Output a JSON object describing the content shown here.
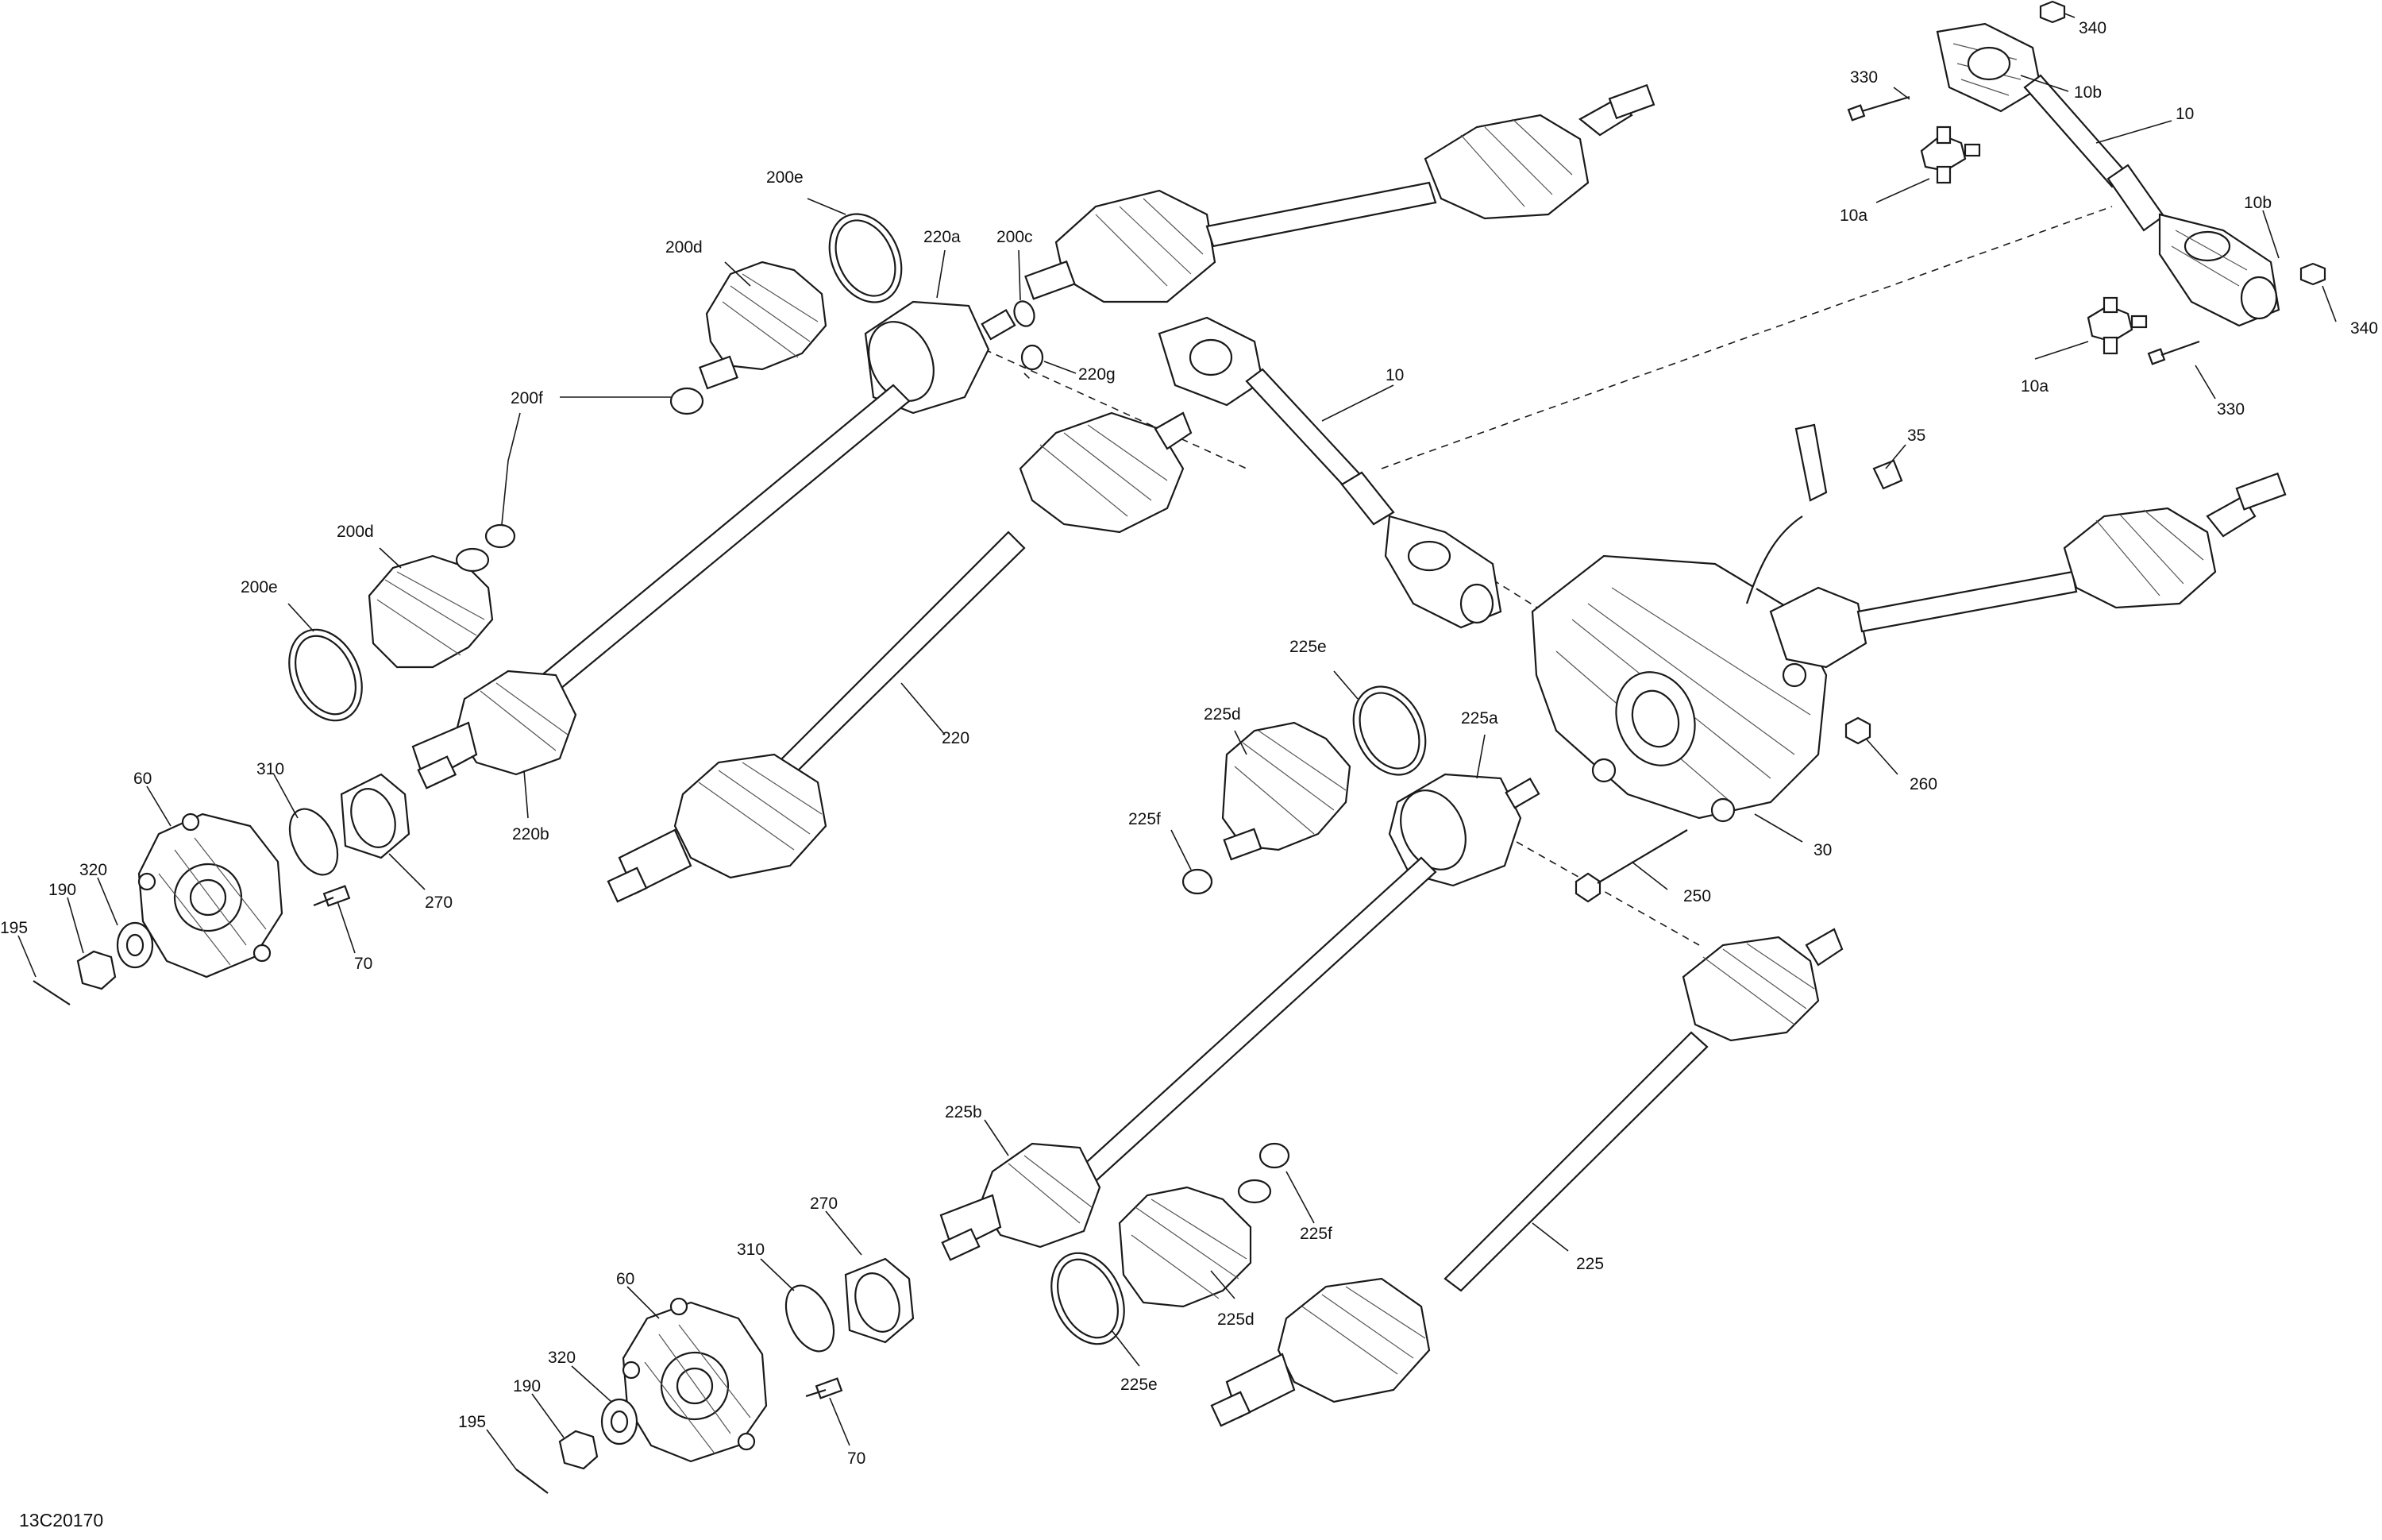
{
  "document_id": "13C20170",
  "callouts": {
    "c_340_top": "340",
    "c_330_top": "330",
    "c_10b_top": "10b",
    "c_10_right": "10",
    "c_10a_top": "10a",
    "c_10b_right": "10b",
    "c_340_right": "340",
    "c_10a_right": "10a",
    "c_330_right": "330",
    "c_200e_top": "200e",
    "c_200d_top": "200d",
    "c_220a": "220a",
    "c_200c": "200c",
    "c_220g": "220g",
    "c_200f": "200f",
    "c_200d_mid": "200d",
    "c_200e_mid": "200e",
    "c_220": "220",
    "c_220b": "220b",
    "c_10_mid": "10",
    "c_35": "35",
    "c_225e_top": "225e",
    "c_225d_top": "225d",
    "c_225a": "225a",
    "c_225f_top": "225f",
    "c_260": "260",
    "c_30": "30",
    "c_250": "250",
    "c_60_top": "60",
    "c_310_top": "310",
    "c_320_top": "320",
    "c_190_top": "190",
    "c_195_top": "195",
    "c_270_top": "270",
    "c_70_top": "70",
    "c_225b": "225b",
    "c_225f_bot": "225f",
    "c_225": "225",
    "c_225d_bot": "225d",
    "c_225e_bot": "225e",
    "c_270_bot": "270",
    "c_310_bot": "310",
    "c_60_bot": "60",
    "c_320_bot": "320",
    "c_190_bot": "190",
    "c_195_bot": "195",
    "c_70_bot": "70"
  }
}
